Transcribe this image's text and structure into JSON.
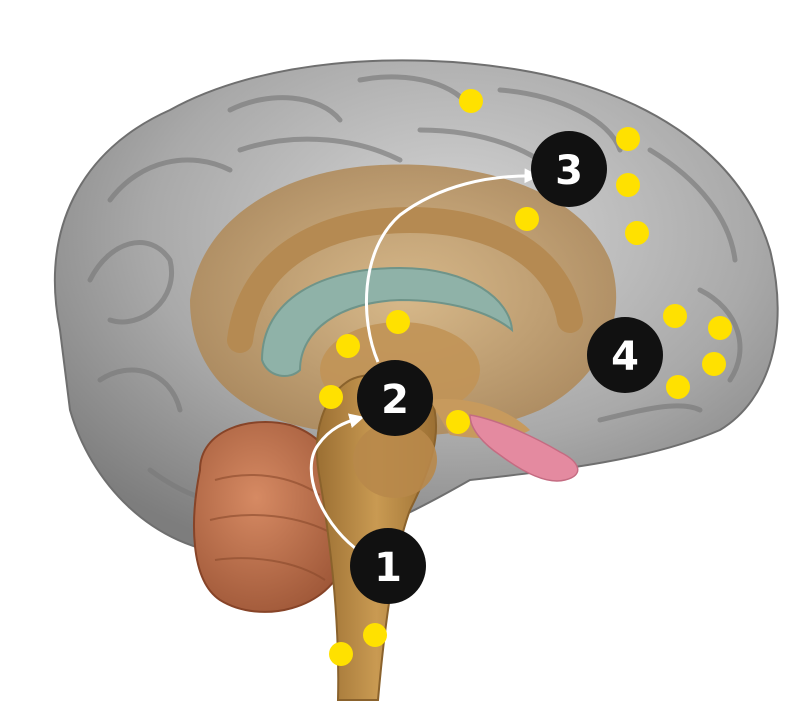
{
  "diagram": {
    "subject": "brain-midsagittal-section",
    "markers": [
      {
        "id": "1",
        "label": "1"
      },
      {
        "id": "2",
        "label": "2"
      },
      {
        "id": "3",
        "label": "3"
      },
      {
        "id": "4",
        "label": "4"
      }
    ],
    "arrows": [
      {
        "from": "1",
        "to": "2"
      },
      {
        "from": "2",
        "to": "3"
      }
    ],
    "colors": {
      "cortex": "#a9a9a9",
      "cortex_highlight": "#d4d4d4",
      "inner_tissue": "#c9a26a",
      "brainstem": "#b88740",
      "cerebellum": "#c0724e",
      "ventricle": "#8fb2a8",
      "pituitary": "#e48aa0",
      "marker_fill": "#111111",
      "marker_text": "#ffffff",
      "dot": "#ffe100",
      "arrow": "#ffffff"
    }
  }
}
